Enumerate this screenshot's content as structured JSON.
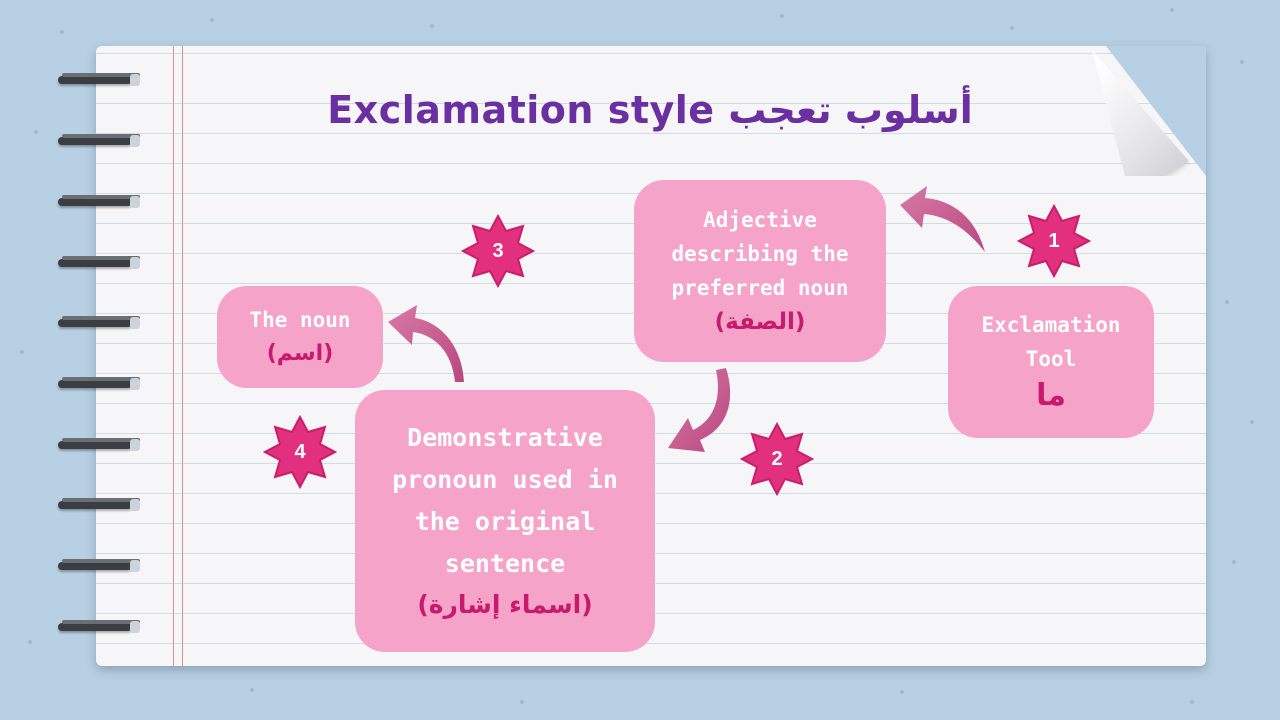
{
  "title": "Exclamation style أسلوب تعجب",
  "boxes": {
    "tool": {
      "label": "Exclamation Tool",
      "arabic": "ما"
    },
    "adjective": {
      "label": "Adjective describing the preferred noun",
      "arabic": "(الصفة)"
    },
    "demonstrative": {
      "label": "Demonstrative pronoun used in the original sentence",
      "arabic": "(اسماء إشارة)"
    },
    "noun": {
      "label": "The noun",
      "arabic": "(اسم)"
    }
  },
  "steps": [
    "1",
    "2",
    "3",
    "4"
  ],
  "colors": {
    "background": "#b8d0e3",
    "title": "#6a2fa0",
    "box_fill": "#f5a3c8",
    "box_text": "#ffffff",
    "arabic_text": "#c8196b",
    "star_fill": "#e2307e",
    "arrow": "#cf5f95"
  }
}
